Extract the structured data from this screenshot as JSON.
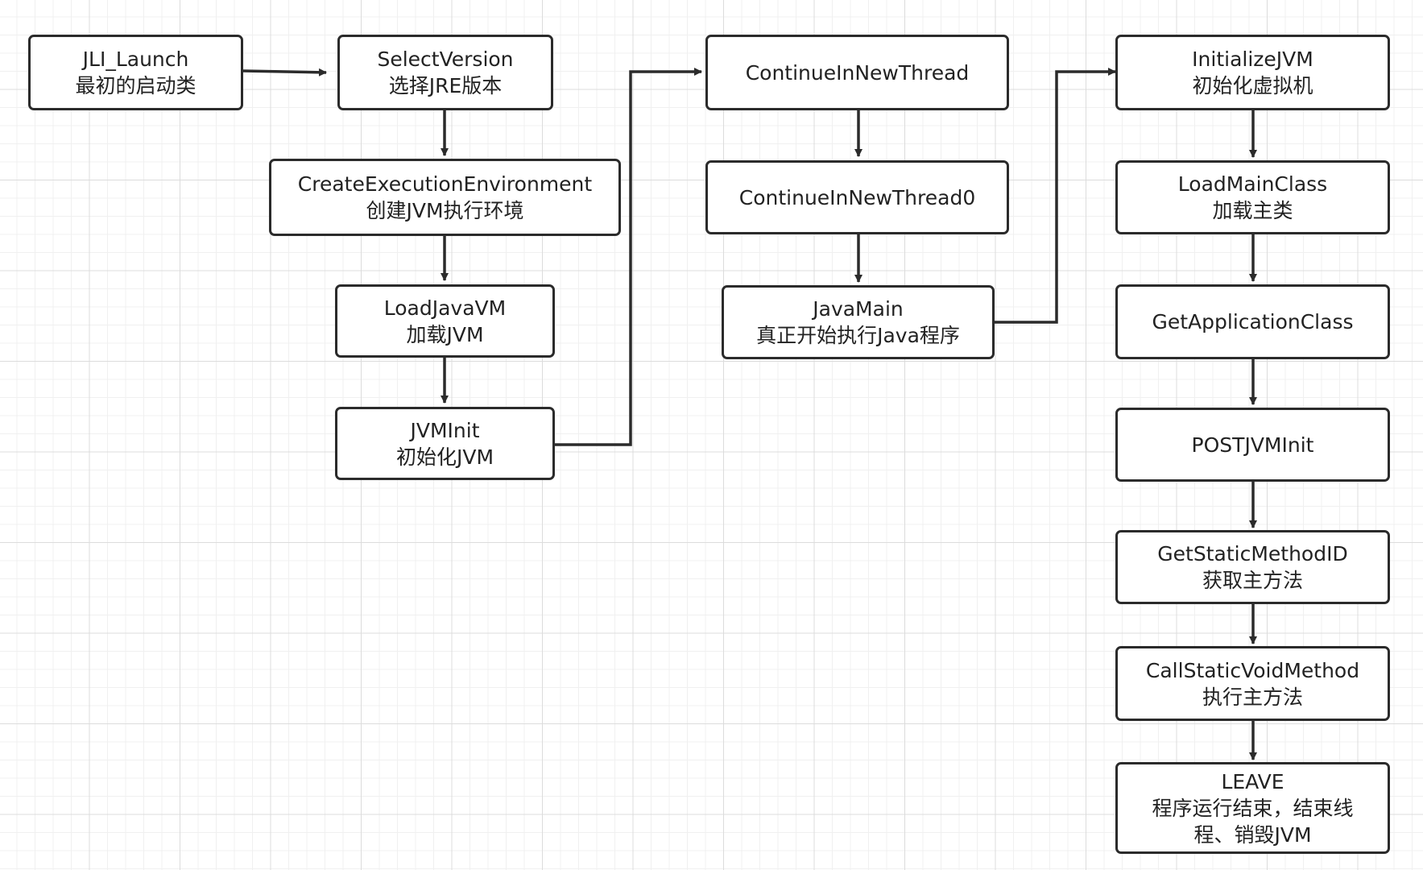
{
  "diagram": {
    "nodes": {
      "jli_launch": {
        "title": "JLI_Launch",
        "subtitle": "最初的启动类"
      },
      "select_version": {
        "title": "SelectVersion",
        "subtitle": "选择JRE版本"
      },
      "create_execution_environment": {
        "title": "CreateExecutionEnvironment",
        "subtitle": "创建JVM执行环境"
      },
      "load_java_vm": {
        "title": "LoadJavaVM",
        "subtitle": "加载JVM"
      },
      "jvm_init": {
        "title": "JVMInit",
        "subtitle": "初始化JVM"
      },
      "continue_in_new_thread": {
        "title": "ContinueInNewThread"
      },
      "continue_in_new_thread0": {
        "title": "ContinueInNewThread0"
      },
      "java_main": {
        "title": "JavaMain",
        "subtitle": "真正开始执行Java程序"
      },
      "initialize_jvm": {
        "title": "InitializeJVM",
        "subtitle": "初始化虚拟机"
      },
      "load_main_class": {
        "title": "LoadMainClass",
        "subtitle": "加载主类"
      },
      "get_application_class": {
        "title": "GetApplicationClass"
      },
      "post_jvm_init": {
        "title": "POSTJVMInit"
      },
      "get_static_method_id": {
        "title": "GetStaticMethodID",
        "subtitle": "获取主方法"
      },
      "call_static_void_method": {
        "title": "CallStaticVoidMethod",
        "subtitle": "执行主方法"
      },
      "leave": {
        "title": "LEAVE",
        "subtitle": "程序运行结束，结束线",
        "subtitle2": "程、销毁JVM"
      }
    },
    "edges": [
      {
        "from": "JLI_Launch",
        "to": "SelectVersion"
      },
      {
        "from": "SelectVersion",
        "to": "CreateExecutionEnvironment"
      },
      {
        "from": "CreateExecutionEnvironment",
        "to": "LoadJavaVM"
      },
      {
        "from": "LoadJavaVM",
        "to": "JVMInit"
      },
      {
        "from": "JVMInit",
        "to": "ContinueInNewThread"
      },
      {
        "from": "ContinueInNewThread",
        "to": "ContinueInNewThread0"
      },
      {
        "from": "ContinueInNewThread0",
        "to": "JavaMain"
      },
      {
        "from": "JavaMain",
        "to": "InitializeJVM"
      },
      {
        "from": "InitializeJVM",
        "to": "LoadMainClass"
      },
      {
        "from": "LoadMainClass",
        "to": "GetApplicationClass"
      },
      {
        "from": "GetApplicationClass",
        "to": "POSTJVMInit"
      },
      {
        "from": "POSTJVMInit",
        "to": "GetStaticMethodID"
      },
      {
        "from": "GetStaticMethodID",
        "to": "CallStaticVoidMethod"
      },
      {
        "from": "CallStaticVoidMethod",
        "to": "LEAVE"
      }
    ],
    "colors": {
      "stroke": "#2b2b2b",
      "text": "#222222",
      "node_fill": "#ffffff",
      "grid_major": "#dcdcdc",
      "grid_minor": "#f0f0f0"
    }
  }
}
